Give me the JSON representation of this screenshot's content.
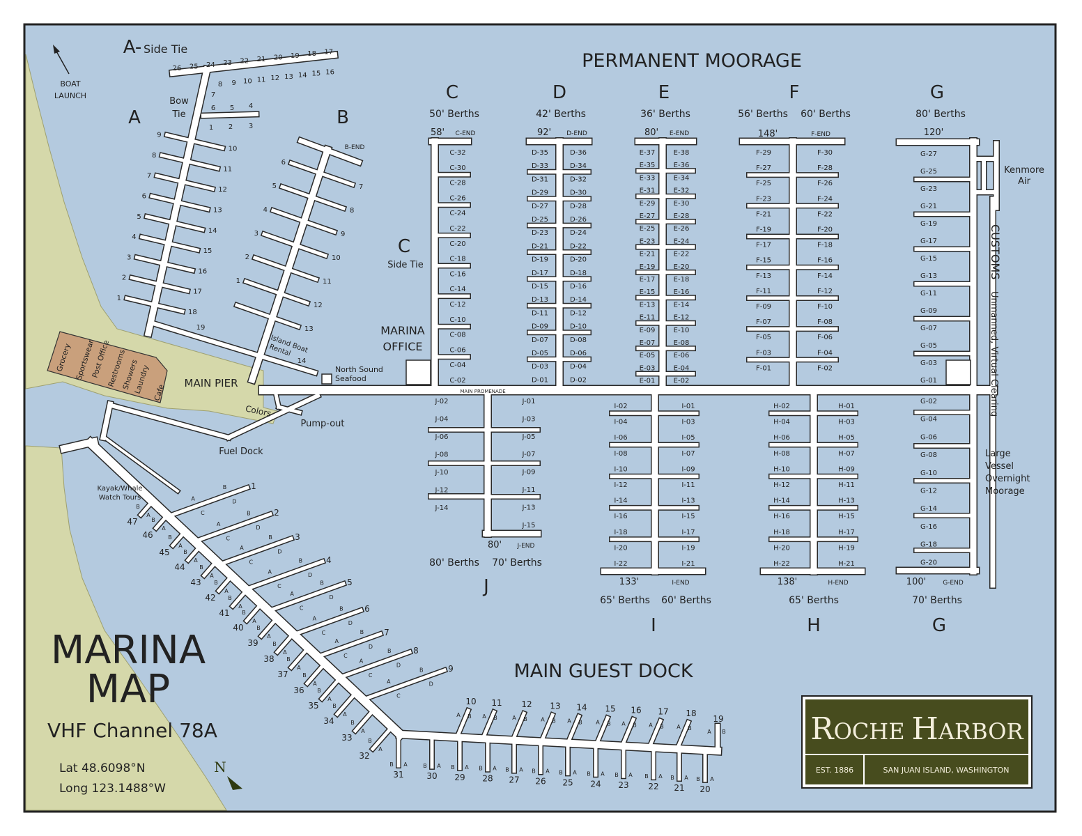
{
  "title": {
    "line1": "MARINA",
    "line2": "MAP",
    "vhf": "VHF Channel 78A",
    "lat": "Lat 48.6098°N",
    "long": "Long 123.1488°W",
    "north": "N"
  },
  "headings": {
    "permanent_moorage": "PERMANENT MOORAGE",
    "main_guest_dock": "MAIN GUEST DOCK",
    "main_pier": "MAIN PIER",
    "main_promenade": "MAIN PROMENADE"
  },
  "places": {
    "boat_launch": [
      "BOAT",
      "LAUNCH"
    ],
    "marina_office": [
      "MARINA",
      "OFFICE"
    ],
    "north_sound_seafood": [
      "North Sound",
      "Seafood"
    ],
    "pump_out": "Pump-out",
    "fuel_dock": "Fuel Dock",
    "colors": "Colors",
    "kayak": [
      "Kayak/Whale",
      "Watch Tours"
    ],
    "kenmore_air": [
      "Kenmore",
      "Air"
    ],
    "customs": "CUSTOMS",
    "customs_note": "Unmanned, Virtual Clearing",
    "large_vessel": [
      "Large",
      "Vessel",
      "Overnight",
      "Moorage"
    ],
    "island_boat_rental": [
      "Island Boat",
      "Rental"
    ],
    "buildings": [
      "Grocery",
      "Sportswear",
      "Post Office",
      "Restrooms",
      "Showers",
      "Laundry",
      "Cafe"
    ]
  },
  "docks": {
    "A": {
      "letter": "A",
      "side_tie_prefix": "A-",
      "side_tie": "Side Tie",
      "bow_tie": [
        "Bow",
        "Tie"
      ],
      "left": [
        "1",
        "2",
        "3",
        "4",
        "5",
        "6",
        "7",
        "8",
        "9"
      ],
      "right": [
        "18",
        "17",
        "16",
        "15",
        "14",
        "13",
        "12",
        "11",
        "10"
      ],
      "end": "19",
      "side_top": [
        "26",
        "25",
        "24",
        "23",
        "22",
        "21",
        "20",
        "19",
        "18",
        "17"
      ],
      "side_bottom": [
        "8",
        "9",
        "10",
        "11",
        "12",
        "13",
        "14",
        "15",
        "16"
      ],
      "bow_top": [
        "7",
        "6",
        "5",
        "4"
      ],
      "bow_bottom": [
        "1",
        "2",
        "3"
      ]
    },
    "B": {
      "letter": "B",
      "end": "B-END",
      "left": [
        "6",
        "5",
        "4",
        "3",
        "2",
        "1"
      ],
      "right": [
        "7",
        "8",
        "9",
        "10",
        "11",
        "12",
        "13"
      ],
      "last": "14"
    },
    "C": {
      "letter": "C",
      "berths": "50' Berths",
      "length": "58'",
      "end": "C-END",
      "side_letter": "C",
      "side_tie": "Side Tie",
      "slips": [
        "C-32",
        "C-30",
        "C-28",
        "C-26",
        "C-24",
        "C-22",
        "C-20",
        "C-18",
        "C-16",
        "C-14",
        "C-12",
        "C-10",
        "C-08",
        "C-06",
        "C-04",
        "C-02"
      ]
    },
    "D": {
      "letter": "D",
      "berths": "42' Berths",
      "length": "92'",
      "end": "D-END",
      "left": [
        "D-35",
        "D-33",
        "D-31",
        "D-29",
        "D-27",
        "D-25",
        "D-23",
        "D-21",
        "D-19",
        "D-17",
        "D-15",
        "D-13",
        "D-11",
        "D-09",
        "D-07",
        "D-05",
        "D-03",
        "D-01"
      ],
      "right": [
        "D-36",
        "D-34",
        "D-32",
        "D-30",
        "D-28",
        "D-26",
        "D-24",
        "D-22",
        "D-20",
        "D-18",
        "D-16",
        "D-14",
        "D-12",
        "D-10",
        "D-08",
        "D-06",
        "D-04",
        "D-02"
      ]
    },
    "E": {
      "letter": "E",
      "berths": "36' Berths",
      "length": "80'",
      "end": "E-END",
      "left": [
        "E-37",
        "E-35",
        "E-33",
        "E-31",
        "E-29",
        "E-27",
        "E-25",
        "E-23",
        "E-21",
        "E-19",
        "E-17",
        "E-15",
        "E-13",
        "E-11",
        "E-09",
        "E-07",
        "E-05",
        "E-03",
        "E-01"
      ],
      "right": [
        "E-38",
        "E-36",
        "E-34",
        "E-32",
        "E-30",
        "E-28",
        "E-26",
        "E-24",
        "E-22",
        "E-20",
        "E-18",
        "E-16",
        "E-14",
        "E-12",
        "E-10",
        "E-08",
        "E-06",
        "E-04",
        "E-02"
      ]
    },
    "F": {
      "letter": "F",
      "berths_left": "56' Berths",
      "berths_right": "60' Berths",
      "length": "148'",
      "end": "F-END",
      "left": [
        "F-29",
        "F-27",
        "F-25",
        "F-23",
        "F-21",
        "F-19",
        "F-17",
        "F-15",
        "F-13",
        "F-11",
        "F-09",
        "F-07",
        "F-05",
        "F-03",
        "F-01"
      ],
      "right": [
        "F-30",
        "F-28",
        "F-26",
        "F-24",
        "F-22",
        "F-20",
        "F-18",
        "F-16",
        "F-14",
        "F-12",
        "F-10",
        "F-08",
        "F-06",
        "F-04",
        "F-02"
      ]
    },
    "G": {
      "letter": "G",
      "berths_top": "80' Berths",
      "length_top": "120'",
      "length_bottom": "100'",
      "end": "G-END",
      "berths_bottom": "70' Berths",
      "letter_bottom": "G",
      "upper": [
        "G-27",
        "G-25",
        "G-23",
        "G-21",
        "G-19",
        "G-17",
        "G-15",
        "G-13",
        "G-11",
        "G-09",
        "G-07",
        "G-05",
        "G-03",
        "G-01"
      ],
      "lower": [
        "G-02",
        "G-04",
        "G-06",
        "G-08",
        "G-10",
        "G-12",
        "G-14",
        "G-16",
        "G-18",
        "G-20"
      ]
    },
    "H": {
      "letter": "H",
      "berths": "65' Berths",
      "length": "138'",
      "end": "H-END",
      "left": [
        "H-02",
        "H-04",
        "H-06",
        "H-08",
        "H-10",
        "H-12",
        "H-14",
        "H-16",
        "H-18",
        "H-20",
        "H-22"
      ],
      "right": [
        "H-01",
        "H-03",
        "H-05",
        "H-07",
        "H-09",
        "H-11",
        "H-13",
        "H-15",
        "H-17",
        "H-19",
        "H-21"
      ]
    },
    "I": {
      "letter": "I",
      "berths_left": "65' Berths",
      "berths_right": "60' Berths",
      "length": "133'",
      "end": "I-END",
      "left": [
        "I-02",
        "I-04",
        "I-06",
        "I-08",
        "I-10",
        "I-12",
        "I-14",
        "I-16",
        "I-18",
        "I-20",
        "I-22"
      ],
      "right": [
        "I-01",
        "I-03",
        "I-05",
        "I-07",
        "I-09",
        "I-11",
        "I-13",
        "I-15",
        "I-17",
        "I-19",
        "I-21"
      ]
    },
    "J": {
      "letter": "J",
      "berths_left": "80' Berths",
      "berths_right": "70' Berths",
      "length": "80'",
      "end": "J-END",
      "left": [
        "J-02",
        "J-04",
        "J-06",
        "J-08",
        "J-10",
        "J-12",
        "J-14"
      ],
      "right": [
        "J-01",
        "J-03",
        "J-05",
        "J-07",
        "J-09",
        "J-11",
        "J-13",
        "J-15"
      ]
    }
  },
  "guest_dock": {
    "upper_fingers": [
      "1",
      "2",
      "3",
      "4",
      "5",
      "6",
      "7",
      "8",
      "9"
    ],
    "lower_left_fingers": [
      "47",
      "46",
      "45",
      "44",
      "43",
      "42",
      "41",
      "40",
      "39",
      "38",
      "37",
      "36",
      "35",
      "34",
      "33",
      "32"
    ],
    "bottom_fingers": [
      "31",
      "30",
      "29",
      "28",
      "27",
      "26",
      "25",
      "24",
      "23",
      "22",
      "21",
      "20"
    ],
    "top_fingers": [
      "10",
      "11",
      "12",
      "13",
      "14",
      "15",
      "16",
      "17",
      "18",
      "19"
    ],
    "slip_letters": [
      "A",
      "B",
      "C",
      "D"
    ]
  },
  "logo": {
    "name_r": "R",
    "name_oche": "OCHE",
    "name_h": "H",
    "name_arbor": "ARBOR",
    "est": "EST. 1886",
    "location": "SAN JUAN ISLAND, WASHINGTON"
  },
  "colors": {
    "water": "#b4cadf",
    "land": "#d5d8aa",
    "building": "#c9a07c",
    "logo_bg": "#474c1e",
    "logo_text": "#f3eedb",
    "dock": "#ffffff",
    "outline": "#2a2a2a"
  }
}
